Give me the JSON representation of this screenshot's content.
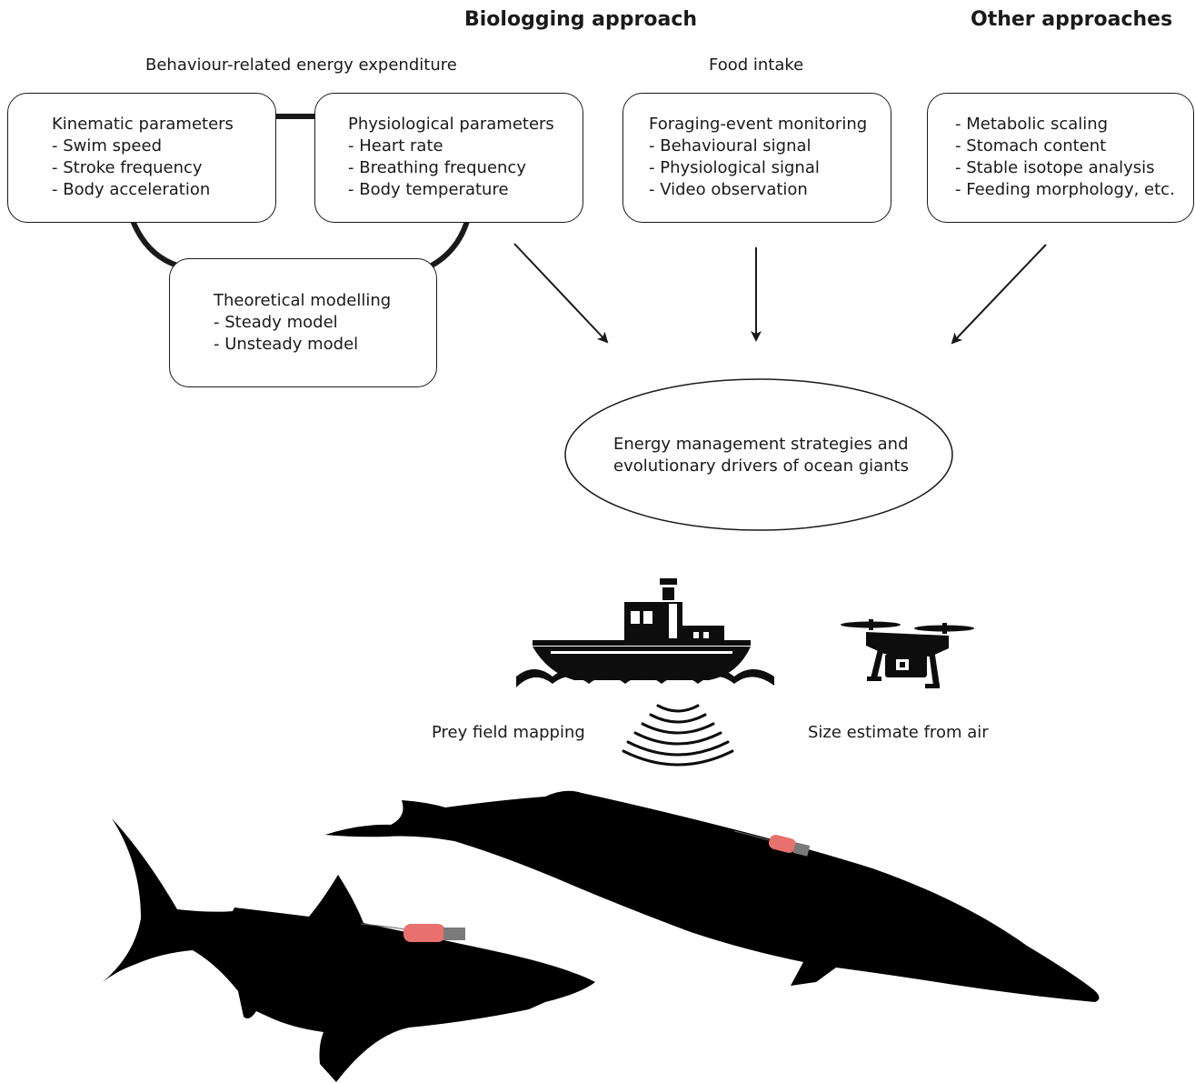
{
  "headings": {
    "biologging": "Biologging approach",
    "other": "Other approaches"
  },
  "subheadings": {
    "energy_expenditure": "Behaviour-related energy expenditure",
    "food_intake": "Food intake"
  },
  "boxes": {
    "kinematic": {
      "title": "Kinematic parameters",
      "items": [
        "- Swim speed",
        "- Stroke frequency",
        "- Body acceleration"
      ]
    },
    "physiological": {
      "title": "Physiological parameters",
      "items": [
        "- Heart rate",
        "- Breathing frequency",
        "- Body temperature"
      ]
    },
    "foraging": {
      "title": "Foraging-event monitoring",
      "items": [
        "- Behavioural signal",
        "- Physiological signal",
        "- Video observation"
      ]
    },
    "other_methods": {
      "items": [
        "- Metabolic scaling",
        "- Stomach content",
        "- Stable isotope analysis",
        "- Feeding morphology, etc."
      ]
    },
    "theoretical": {
      "title": "Theoretical modelling",
      "items": [
        "- Steady model",
        "- Unsteady model"
      ]
    }
  },
  "outcome": {
    "line1": "Energy management strategies and",
    "line2": "evolutionary drivers of ocean giants"
  },
  "captions": {
    "prey_field": "Prey field mapping",
    "size_estimate": "Size estimate from air"
  },
  "icons": {
    "ship": "ship-icon",
    "drone": "drone-icon",
    "sonar": "sonar-waves-icon",
    "shark": "shark-silhouette",
    "whale": "whale-silhouette",
    "tag": "biologging-tag-icon"
  },
  "colors": {
    "ink": "#1a1a1a",
    "tag": "#e8706e",
    "tag_cap": "#777777"
  }
}
